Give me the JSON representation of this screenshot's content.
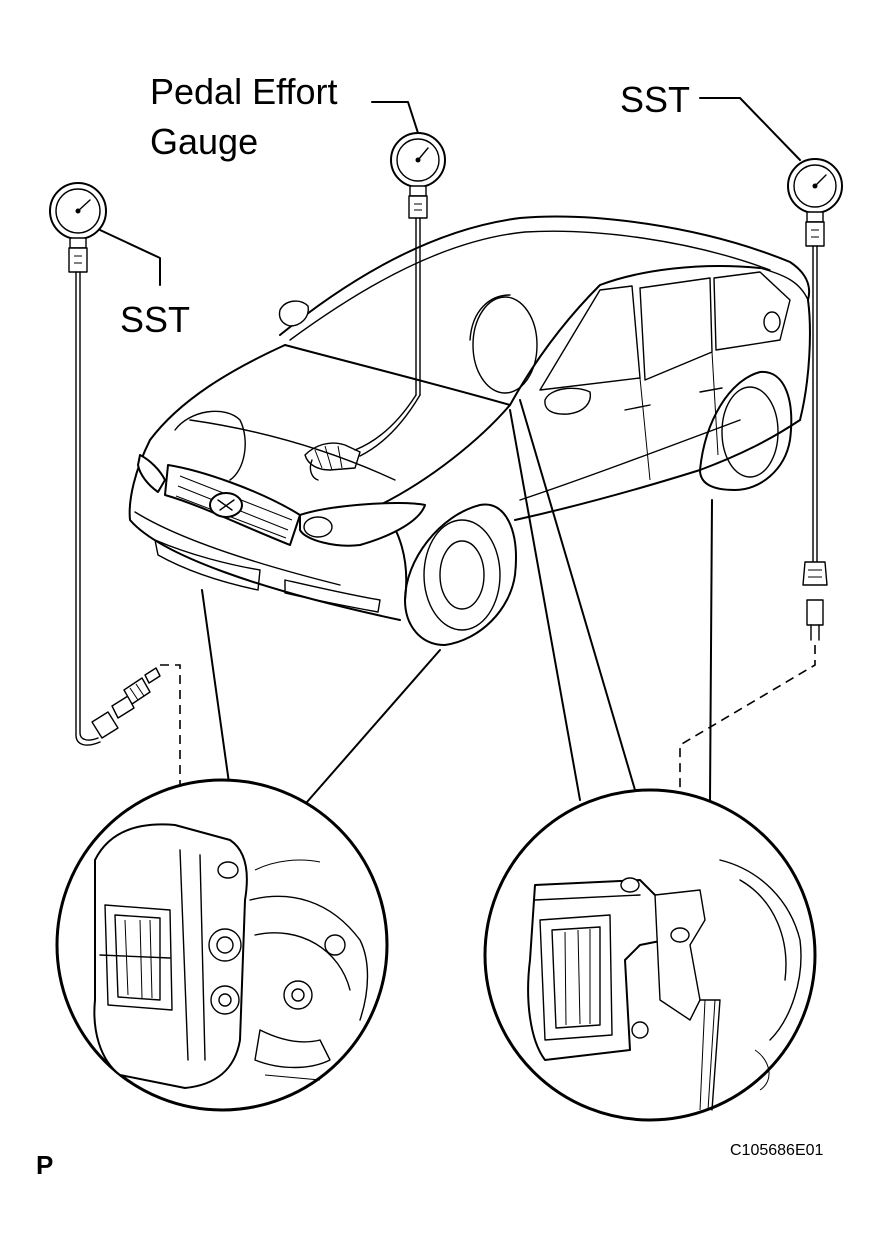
{
  "labels": {
    "pedal_effort_gauge_line1": "Pedal Effort",
    "pedal_effort_gauge_line2": "Gauge",
    "sst_left": "SST",
    "sst_right": "SST"
  },
  "corner": {
    "position_mark": "P",
    "figure_code": "C105686E01"
  }
}
